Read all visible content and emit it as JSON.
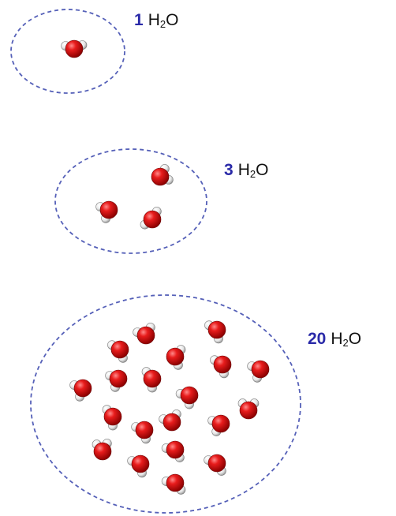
{
  "colors": {
    "boundary": "#5560b8",
    "count_text": "#2a2aa8",
    "oxygen": "#d40f0f",
    "hydrogen": "#f2f2f2"
  },
  "clusters": [
    {
      "count": "1",
      "formula": {
        "main": "H",
        "sub": "2",
        "end": "O"
      },
      "molecules": 1
    },
    {
      "count": "3",
      "formula": {
        "main": "H",
        "sub": "2",
        "end": "O"
      },
      "molecules": 3
    },
    {
      "count": "20",
      "formula": {
        "main": "H",
        "sub": "2",
        "end": "O"
      },
      "molecules": 20
    }
  ]
}
